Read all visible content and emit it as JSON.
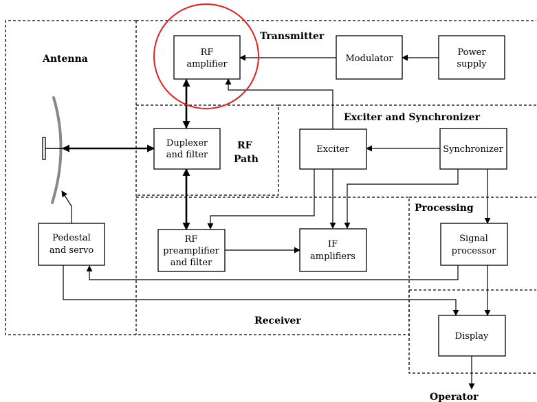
{
  "sections": {
    "transmitter": "Transmitter",
    "antenna": "Antenna",
    "exciter_sync": "Exciter and Synchronizer",
    "rf_path_1": "RF",
    "rf_path_2": "Path",
    "processing": "Processing",
    "receiver": "Receiver",
    "operator": "Operator"
  },
  "blocks": {
    "rf_amplifier": [
      "RF",
      "amplifier"
    ],
    "modulator": [
      "Modulator"
    ],
    "power_supply": [
      "Power",
      "supply"
    ],
    "duplexer": [
      "Duplexer",
      "and filter"
    ],
    "exciter": [
      "Exciter"
    ],
    "synchronizer": [
      "Synchronizer"
    ],
    "pedestal": [
      "Pedestal",
      "and servo"
    ],
    "rf_preamp": [
      "RF",
      "preamplifier",
      "and filter"
    ],
    "if_amplifiers": [
      "IF",
      "amplifiers"
    ],
    "signal_processor": [
      "Signal",
      "processor"
    ],
    "display": [
      "Display"
    ]
  },
  "highlight": {
    "target": "rf_amplifier",
    "color": "#e02020"
  }
}
